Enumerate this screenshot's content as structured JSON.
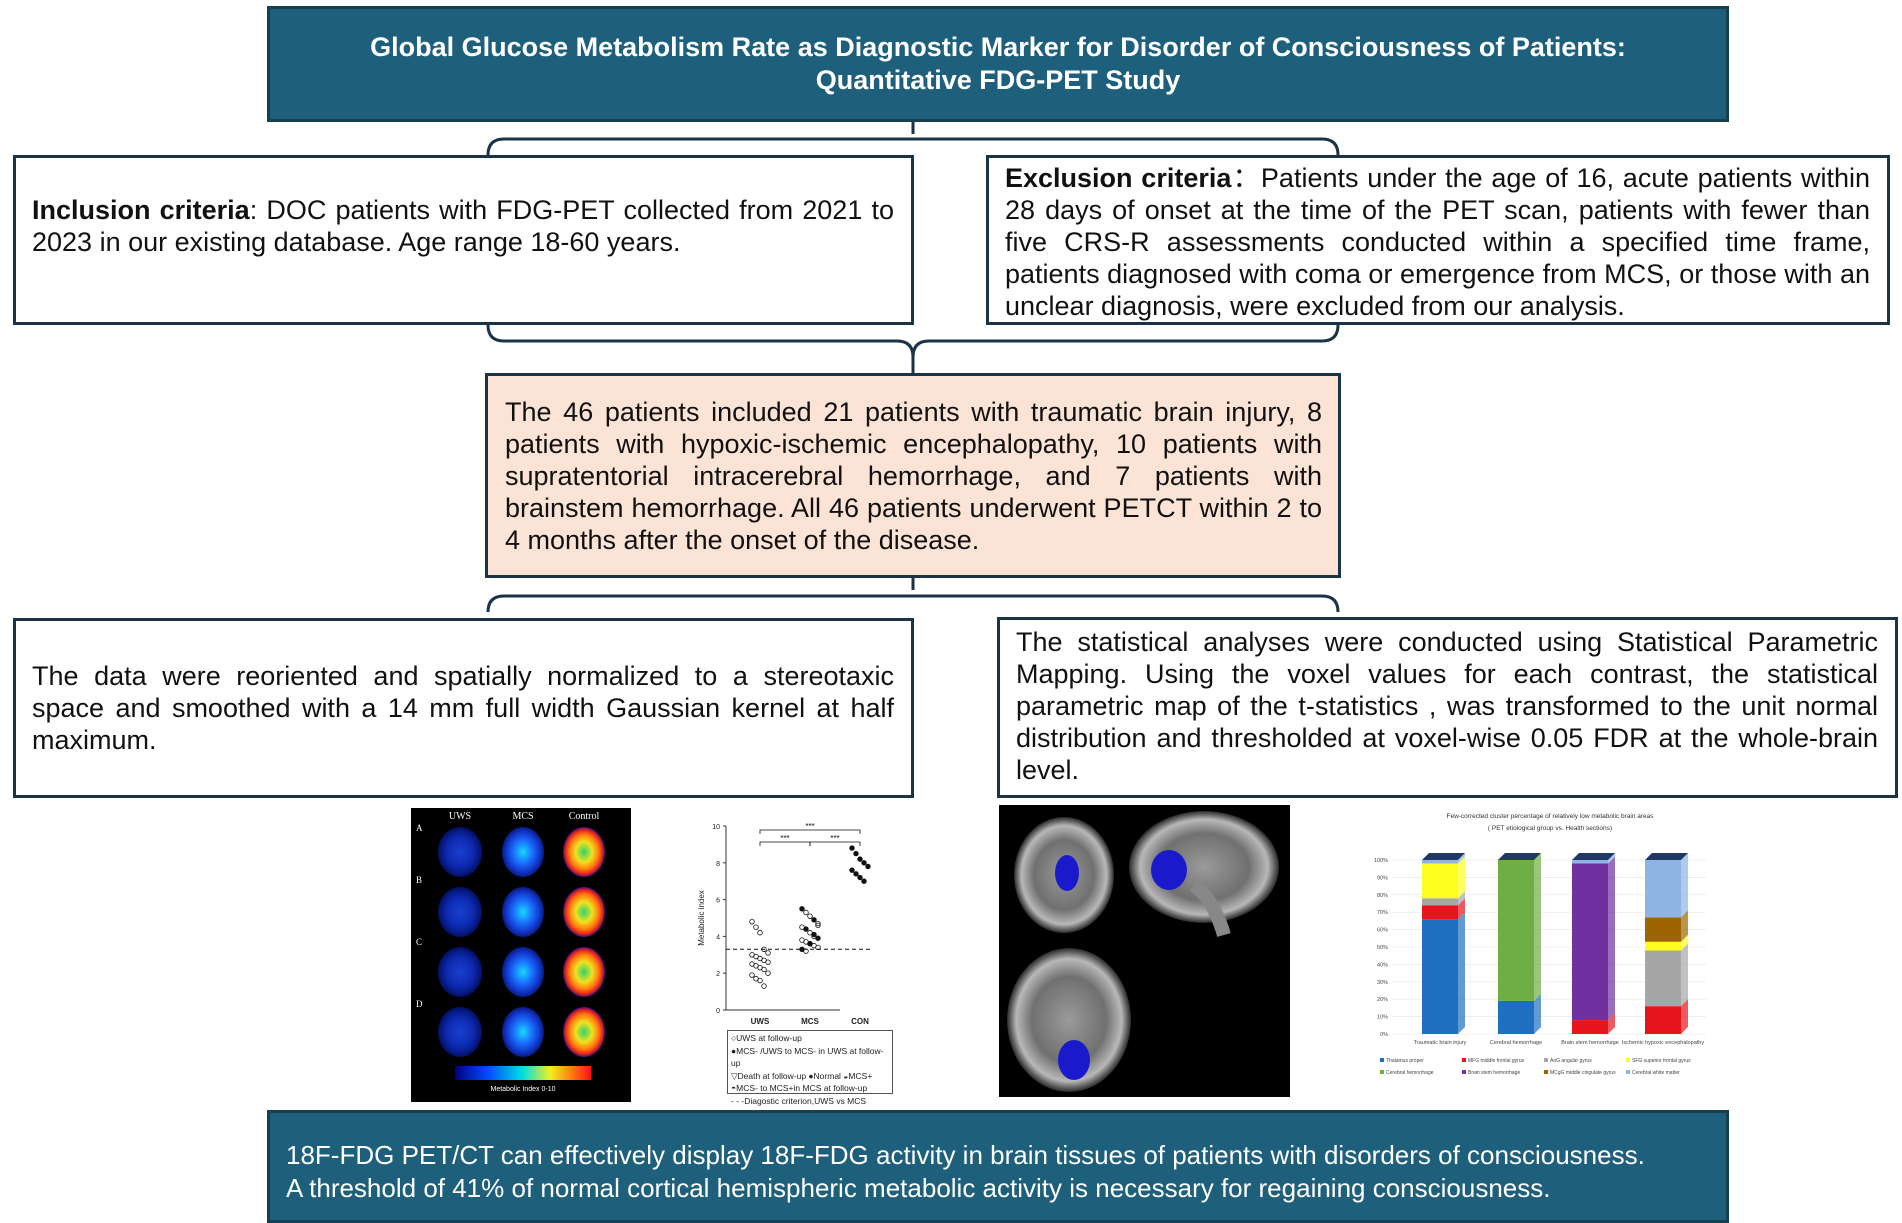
{
  "title": {
    "line1": "Global Glucose Metabolism Rate as Diagnostic Marker for Disorder of Consciousness of Patients:",
    "line2": "Quantitative FDG-PET Study"
  },
  "inclusion": {
    "heading": "Inclusion criteria",
    "text": ": DOC patients with FDG-PET collected from 2021 to 2023 in our existing database. Age range 18-60 years."
  },
  "exclusion": {
    "heading": "Exclusion criteria",
    "text": "：Patients under the age of 16, acute patients within 28 days of onset at the time of the PET scan, patients with fewer than five CRS-R assessments conducted within a specified time frame, patients diagnosed with coma or emergence from MCS, or those with an unclear diagnosis, were excluded from our analysis."
  },
  "patients": {
    "text": "The 46 patients included 21 patients with traumatic brain injury, 8 patients with hypoxic-ischemic encephalopathy, 10 patients with supratentorial intracerebral hemorrhage, and 7 patients with brainstem hemorrhage. All 46 patients underwent PETCT within 2 to 4 months after the onset of the disease."
  },
  "preprocessing": {
    "text": "The data were reoriented and spatially normalized to a stereotaxic space and smoothed with a 14 mm full width Gaussian kernel at half maximum."
  },
  "statistics": {
    "text": "The statistical analyses were conducted using Statistical Parametric Mapping. Using the voxel values for each contrast, the statistical parametric map of the t-statistics , was transformed to the unit normal distribution and thresholded at voxel-wise 0.05 FDR at the whole-brain level."
  },
  "conclusion": {
    "line1": "18F-FDG PET/CT can effectively display 18F-FDG activity in brain tissues of patients with disorders of consciousness.",
    "line2": "A threshold of 41% of normal cortical hemispheric metabolic activity is necessary for regaining consciousness."
  },
  "pet_figure": {
    "columns": [
      "UWS",
      "MCS",
      "Control"
    ],
    "rows": [
      "A",
      "B",
      "C",
      "D"
    ],
    "colorbar_label": "Metabolic Index 0-10"
  },
  "chart_data": [
    {
      "type": "scatter",
      "ylabel": "Metabolic index",
      "categories": [
        "UWS",
        "MCS",
        "CON"
      ],
      "yticks": [
        "0",
        "2",
        "4",
        "6",
        "8",
        "10"
      ],
      "ylim": [
        0,
        10
      ],
      "threshold": 3.3,
      "significance": [
        "***",
        "***",
        "***"
      ],
      "series": [
        {
          "name": "UWS",
          "values": [
            4.8,
            4.5,
            4.2,
            3.3,
            3.1,
            3.0,
            2.9,
            2.8,
            2.7,
            2.6,
            2.5,
            2.4,
            2.3,
            2.2,
            2.0,
            1.9,
            1.7,
            1.6,
            1.3
          ]
        },
        {
          "name": "MCS",
          "values": [
            5.5,
            5.3,
            5.1,
            4.9,
            4.7,
            4.5,
            4.4,
            4.2,
            4.0,
            3.9,
            3.8,
            3.7,
            3.6,
            3.5,
            3.4,
            3.3,
            3.2,
            3.6,
            4.1,
            4.6
          ]
        },
        {
          "name": "CON",
          "values": [
            8.8,
            8.5,
            8.2,
            8.0,
            7.8,
            7.6,
            7.4,
            7.2,
            7.0
          ]
        }
      ],
      "legend": [
        "○UWS at follow-up",
        "●MCS- /UWS to MCS- in UWS at follow-up",
        "▽Death at follow-up  ●Normal  ◒MCS+",
        "◓MCS- to MCS+in MCS at follow-up",
        "- - -Diagostic criterion,UWS vs MCS"
      ]
    },
    {
      "type": "bar",
      "stacked": true,
      "title": "Few-corrected cluster percentage of relatively low metabolic brain areas",
      "subtitle": "( PET etiological group vs. Health sections)",
      "categories": [
        "Traumatic brain injury",
        "Cerebral hemorrhage",
        "Brain stem hemorrhage",
        "Ischemic hypoxic encephalopathy"
      ],
      "yticks": [
        "0%",
        "10%",
        "20%",
        "30%",
        "40%",
        "50%",
        "60%",
        "70%",
        "80%",
        "90%",
        "100%"
      ],
      "ylim": [
        0,
        100
      ],
      "series": [
        {
          "name": "Thalamus proper",
          "color": "#1f6fc0",
          "values": [
            66,
            19,
            0,
            0
          ]
        },
        {
          "name": "MFG middle frontal gyrus",
          "color": "#e8141b",
          "values": [
            8,
            0,
            8,
            16
          ]
        },
        {
          "name": "AnG angular gyrus",
          "color": "#a6a6a6",
          "values": [
            4,
            0,
            0,
            32
          ]
        },
        {
          "name": "SFG superior frontal gyrus",
          "color": "#ffff1f",
          "values": [
            20,
            0,
            0,
            5
          ]
        },
        {
          "name": "Cerebral hemorrhage",
          "color": "#6fae45",
          "values": [
            0,
            81,
            0,
            0
          ]
        },
        {
          "name": "Brain stem hemorrhage",
          "color": "#7030a0",
          "values": [
            0,
            0,
            90,
            0
          ]
        },
        {
          "name": "MCgG middle cingulate gyrus",
          "color": "#9c6500",
          "values": [
            0,
            0,
            0,
            14
          ]
        },
        {
          "name": "Cerebral white matter",
          "color": "#8fb4e3",
          "values": [
            2,
            0,
            2,
            33
          ]
        }
      ]
    }
  ],
  "colors": {
    "header_bg": "#1e5f7c",
    "peach_bg": "#fbe3d6",
    "border": "#1a3347"
  }
}
